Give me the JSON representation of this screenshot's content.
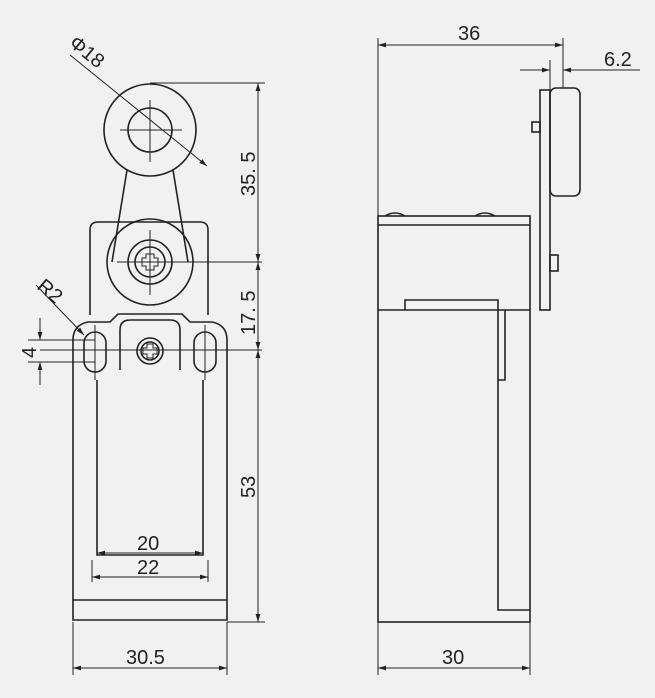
{
  "dimensions": {
    "roller_diameter": "Φ18",
    "lever_length": "35. 5",
    "pivot_to_mount": "17. 5",
    "slot_radius": "R2",
    "slot_length": "4",
    "bracket_height": "53",
    "inner_width_20": "20",
    "inner_width_22": "22",
    "front_width": "30.5",
    "side_total_width": "36",
    "roller_width": "6.2",
    "side_body_width": "30"
  }
}
